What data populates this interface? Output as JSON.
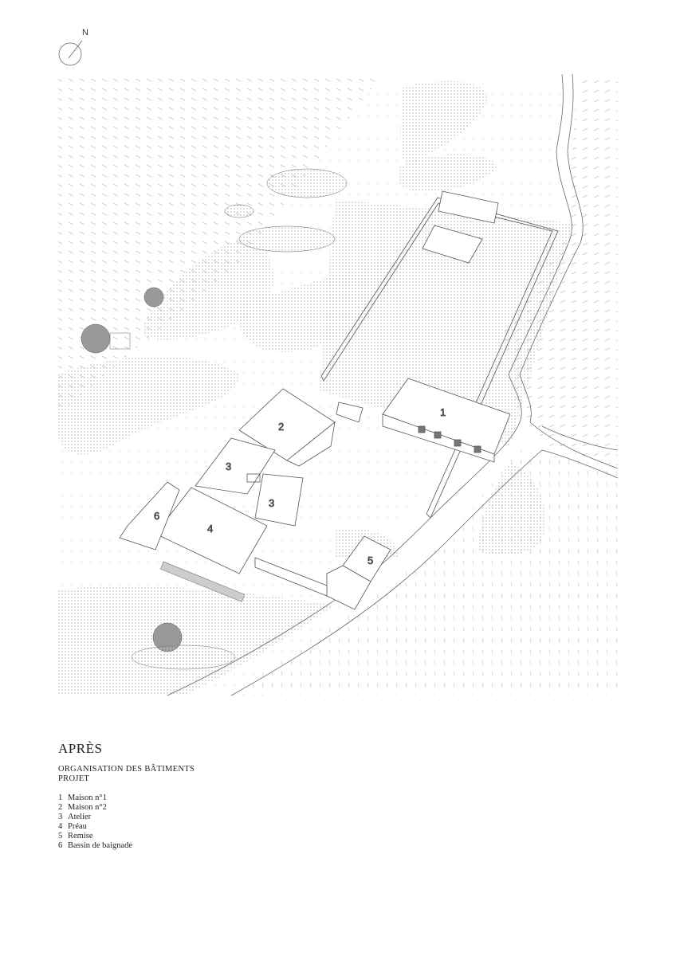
{
  "compass": {
    "label": "N",
    "icon": "north-arrow-icon"
  },
  "legend": {
    "title": "APRÈS",
    "subtitle_line1": "ORGANISATION DES BÂTIMENTS",
    "subtitle_line2": "PROJET",
    "items": [
      {
        "num": "1",
        "label": "Maison n°1"
      },
      {
        "num": "2",
        "label": "Maison n°2"
      },
      {
        "num": "3",
        "label": "Atelier"
      },
      {
        "num": "4",
        "label": "Préau"
      },
      {
        "num": "5",
        "label": "Remise"
      },
      {
        "num": "6",
        "label": "Bassin de baignade"
      }
    ]
  },
  "plan": {
    "building_labels": [
      "1",
      "2",
      "3",
      "3",
      "4",
      "5",
      "6"
    ],
    "colors": {
      "line": "#555555",
      "hatch": "#bbbbbb",
      "dots": "#c4c4c4"
    }
  }
}
